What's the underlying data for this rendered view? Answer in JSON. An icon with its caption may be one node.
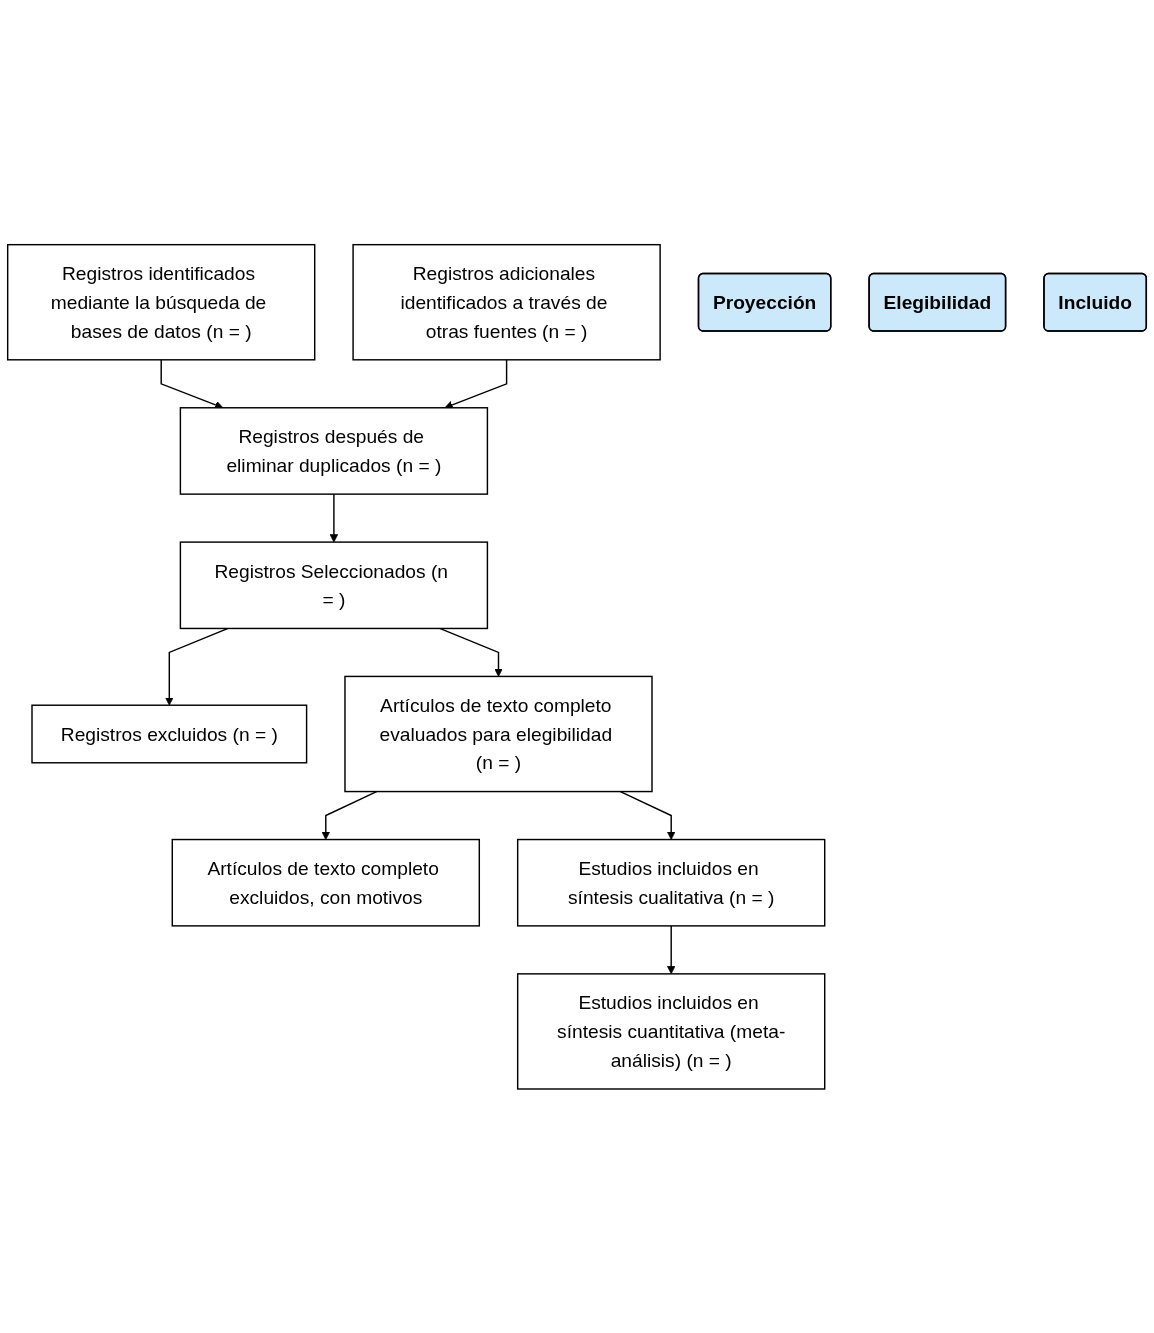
{
  "diagram": {
    "nodes": [
      {
        "text": [
          "Registros identificados mediante la búsqueda de bases de datos (n = )"
        ]
      },
      {
        "text": [
          "Registros adicionales identificados a través de otras fuentes (n = )"
        ]
      },
      {
        "text": [
          "Registros después de eliminar duplicados (n = )"
        ]
      },
      {
        "text": [
          "Proyección"
        ]
      },
      {
        "text": [
          "Registros Seleccionados (n = )"
        ]
      },
      {
        "text": [
          "Registros excluidos (n = )"
        ]
      },
      {
        "text": [
          "Elegibilidad"
        ]
      },
      {
        "text": [
          "Artículos de texto completo evaluados para elegibilidad (n = )"
        ]
      },
      {
        "text": [
          "Artículos de texto completo excluidos, con motivos"
        ]
      },
      {
        "text": [
          "Estudios incluidos en síntesis cualitativa (n = )"
        ]
      },
      {
        "text": [
          "Incluido"
        ]
      },
      {
        "text": [
          "Estudios incluidos en síntesis cuantitativa (meta-análisis) (n = )"
        ]
      }
    ],
    "edges": [
      {
        "from": 0,
        "to": 2,
        "arrow": "to"
      },
      {
        "from": 1,
        "to": 2,
        "arrow": "to"
      },
      {
        "from": 2,
        "to": 4,
        "arrow": "to"
      },
      {
        "from": 4,
        "to": 5,
        "arrow": "to"
      },
      {
        "from": 4,
        "to": 7,
        "arrow": "to"
      },
      {
        "from": 7,
        "to": 8,
        "arrow": "to"
      },
      {
        "from": 7,
        "to": 9,
        "arrow": "to"
      },
      {
        "from": 9,
        "to": 11,
        "arrow": "to"
      }
    ]
  }
}
